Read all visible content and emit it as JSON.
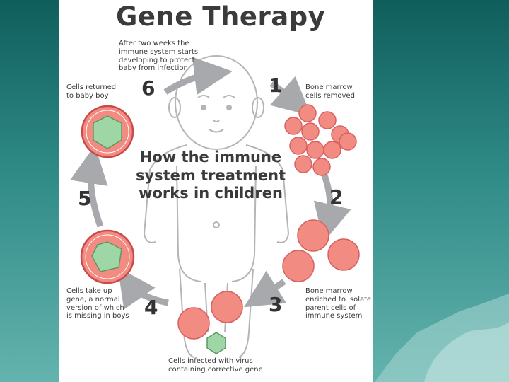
{
  "title": "Gene Therapy",
  "center_text": "How the immune\nsystem treatment\nworks in children",
  "steps": [
    {
      "number": "1",
      "caption": "Bone marrow\ncells removed"
    },
    {
      "number": "2",
      "caption": ""
    },
    {
      "number": "3",
      "caption": "Bone marrow\nenriched to isolate\nparent cells of\nimmune system"
    },
    {
      "number": "4",
      "caption": "Cells infected with virus\ncontaining corrective gene"
    },
    {
      "number": "5",
      "caption": "Cells take up\ngene, a normal\nversion of which\nis missing in boys"
    },
    {
      "number": "6",
      "caption": "Cells returned\nto baby boy"
    }
  ],
  "top_caption": "After two weeks the\nimmune system starts\ndeveloping to protect\nbaby from infection",
  "colors": {
    "cell_fill": "#f28b82",
    "cell_stroke": "#c94a4a",
    "gene_fill": "#9fd6a6",
    "arrow": "#a7a9ac",
    "background_top": "#0f5e5c",
    "background_bottom": "#64b3ae"
  }
}
